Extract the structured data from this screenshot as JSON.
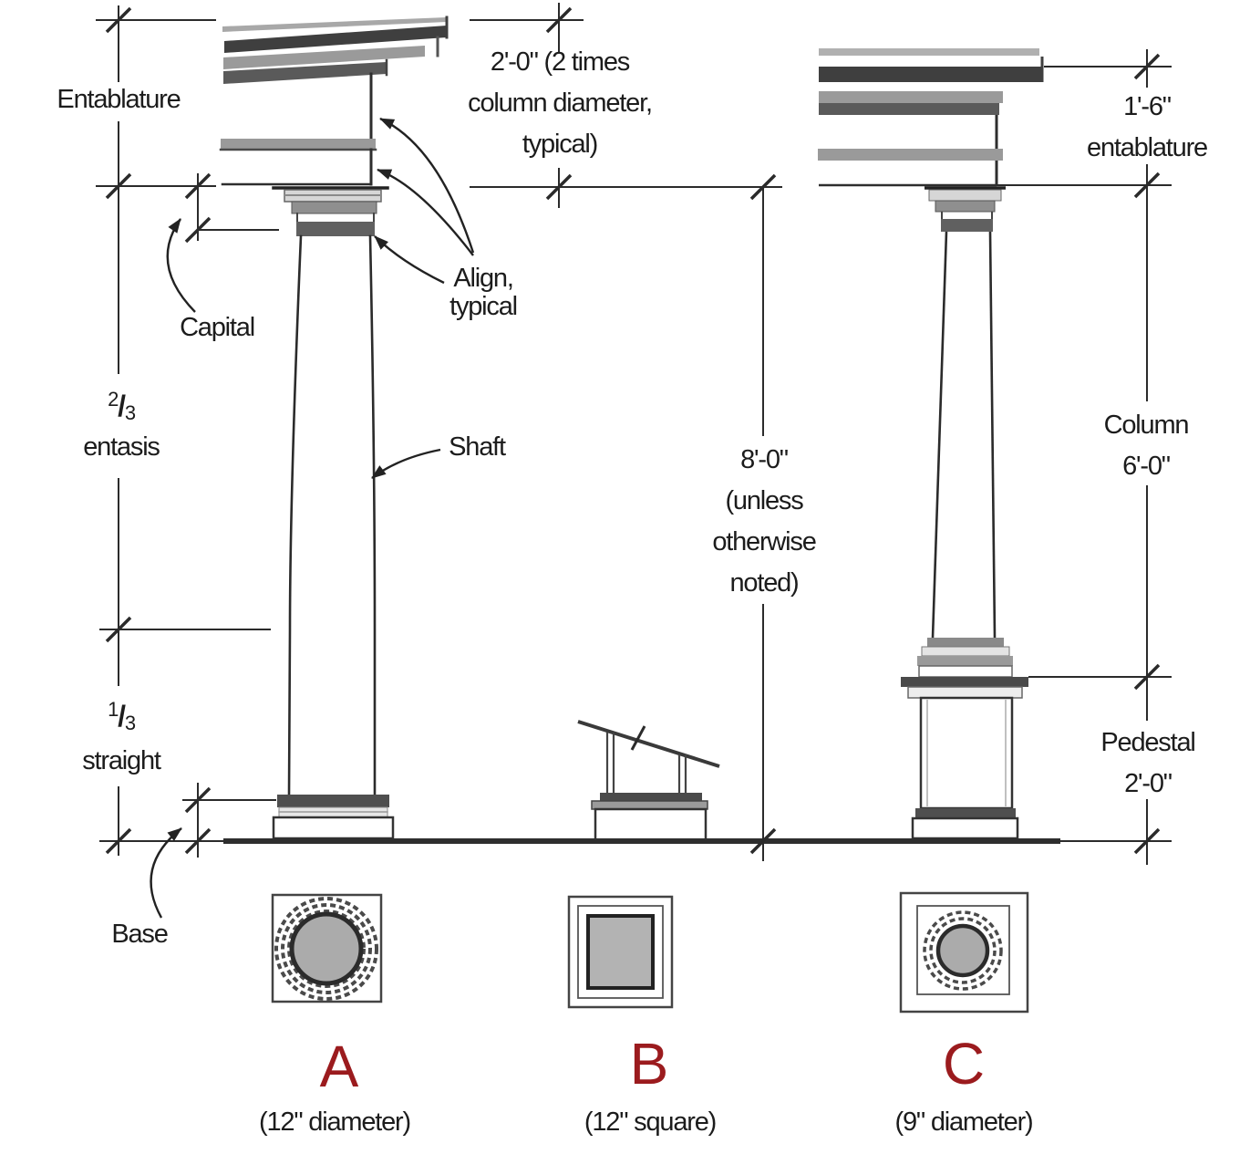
{
  "figure": {
    "parts": {
      "entablature": "Entablature",
      "capital": "Capital",
      "shaft": "Shaft",
      "base": "Base",
      "entasis_fraction_num": "2",
      "entasis_fraction_den": "3",
      "straight_fraction_num": "1",
      "straight_fraction_den": "3",
      "fraction_slash": "/",
      "entasis": "entasis",
      "straight": "straight",
      "align_line1": "Align,",
      "align_line2": "typical"
    },
    "dimensions": {
      "entablature_height_line1": "2'-0\" (2 times",
      "entablature_height_line2": "column diameter,",
      "entablature_height_line3": "typical)",
      "column_height_line1": "8'-0\"",
      "column_height_line2": "(unless",
      "column_height_line3": "otherwise",
      "column_height_line4": "noted)",
      "entablature_c_value": "1'-6\"",
      "entablature_c_label": "entablature",
      "column_c_label": "Column",
      "column_c_value": "6'-0\"",
      "pedestal_c_label": "Pedestal",
      "pedestal_c_value": "2'-0\""
    },
    "sections": {
      "a_label": "A",
      "a_caption": "(12\" diameter)",
      "b_label": "B",
      "b_caption": "(12\" square)",
      "c_label": "C",
      "c_caption": "(9\" diameter)"
    },
    "colors": {
      "accent_red": "#9B1B1E",
      "line": "#2B2B2B",
      "section_fill": "#ABABAB"
    }
  }
}
